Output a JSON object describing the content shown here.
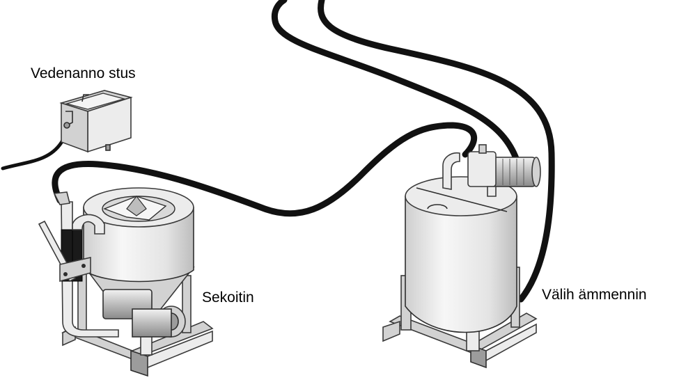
{
  "labels": {
    "water_inlet": "Vedenanno stus",
    "mixer": "Sekoitin",
    "intermediate_tank": "Välih ämmennin"
  },
  "colors": {
    "hose": "#111111",
    "metal_light": "#ececec",
    "metal_mid": "#d2d2d2",
    "metal_dark": "#9c9c9c",
    "background": "#ffffff"
  }
}
